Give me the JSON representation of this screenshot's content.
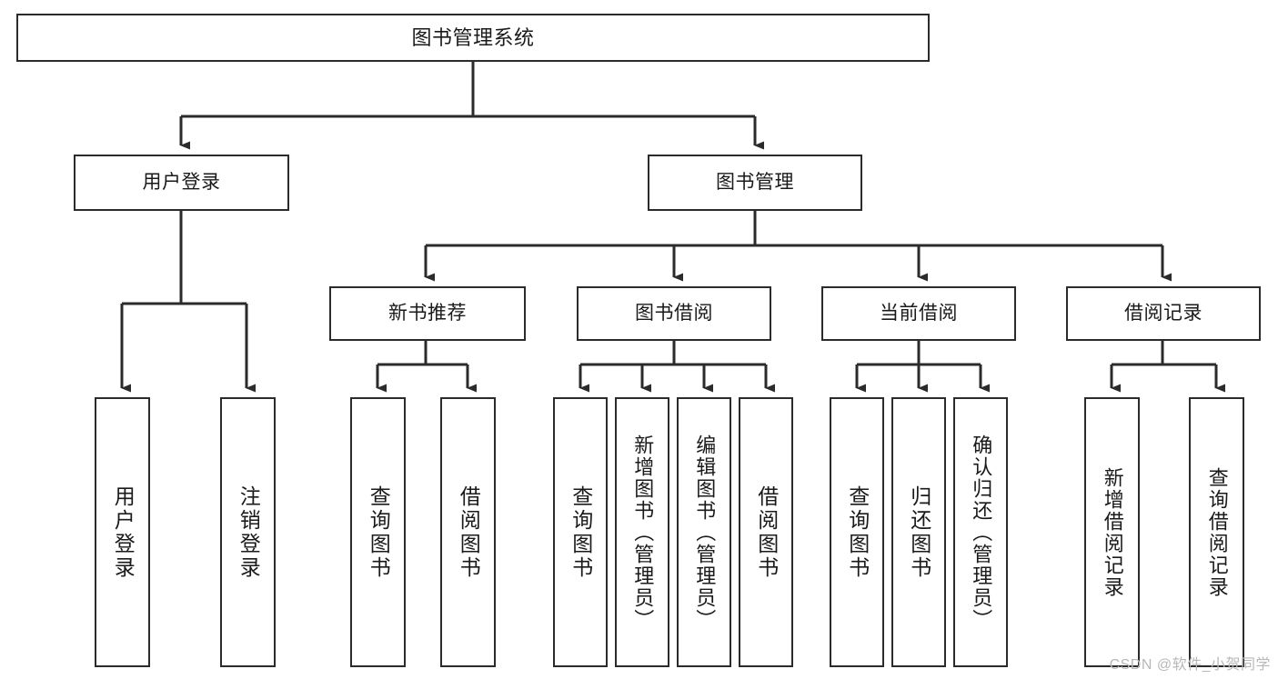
{
  "diagram": {
    "title": "图书管理系统",
    "type": "tree",
    "watermark": "CSDN @软件_小贺同学",
    "colors": {
      "stroke": "#2b2b2b",
      "fill": "#ffffff",
      "text": "#1a1a1a",
      "watermark": "#b8b8b8"
    },
    "nodes": {
      "root": "图书管理系统",
      "level1": {
        "user_login": "用户登录",
        "book_manage": "图书管理"
      },
      "level2": {
        "new_book_recommend": "新书推荐",
        "book_borrow": "图书借阅",
        "current_borrow": "当前借阅",
        "borrow_record": "借阅记录"
      },
      "leaves": {
        "user_login_1": "用户登录",
        "user_login_2": "注销登录",
        "recommend_1": "查询图书",
        "recommend_2": "借阅图书",
        "borrow_1": "查询图书",
        "borrow_2": "新增图书（管理员）",
        "borrow_3": "编辑图书（管理员）",
        "borrow_4": "借阅图书",
        "current_1": "查询图书",
        "current_2": "归还图书",
        "current_3": "确认归还（管理员）",
        "record_1": "新增借阅记录",
        "record_2": "查询借阅记录"
      }
    }
  }
}
